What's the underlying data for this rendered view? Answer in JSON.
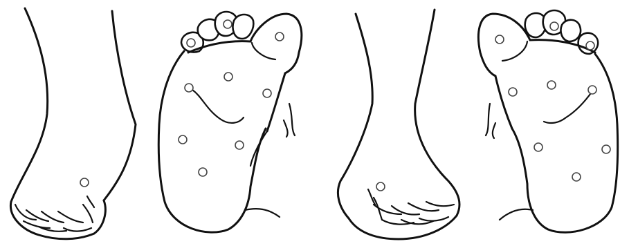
{
  "figure": {
    "panels": [
      {
        "id": "left-foot-dorsal",
        "view": "dorsal",
        "side": "left",
        "marker_count": 1
      },
      {
        "id": "left-foot-plantar",
        "view": "plantar",
        "side": "left",
        "marker_count": 9
      },
      {
        "id": "right-foot-dorsal",
        "view": "dorsal",
        "side": "right",
        "marker_count": 1
      },
      {
        "id": "right-foot-plantar",
        "view": "plantar",
        "side": "right",
        "marker_count": 9
      }
    ],
    "marker_style": "open-circle",
    "line_color": "#111111",
    "marker_color": "#444444",
    "background": "#ffffff"
  }
}
